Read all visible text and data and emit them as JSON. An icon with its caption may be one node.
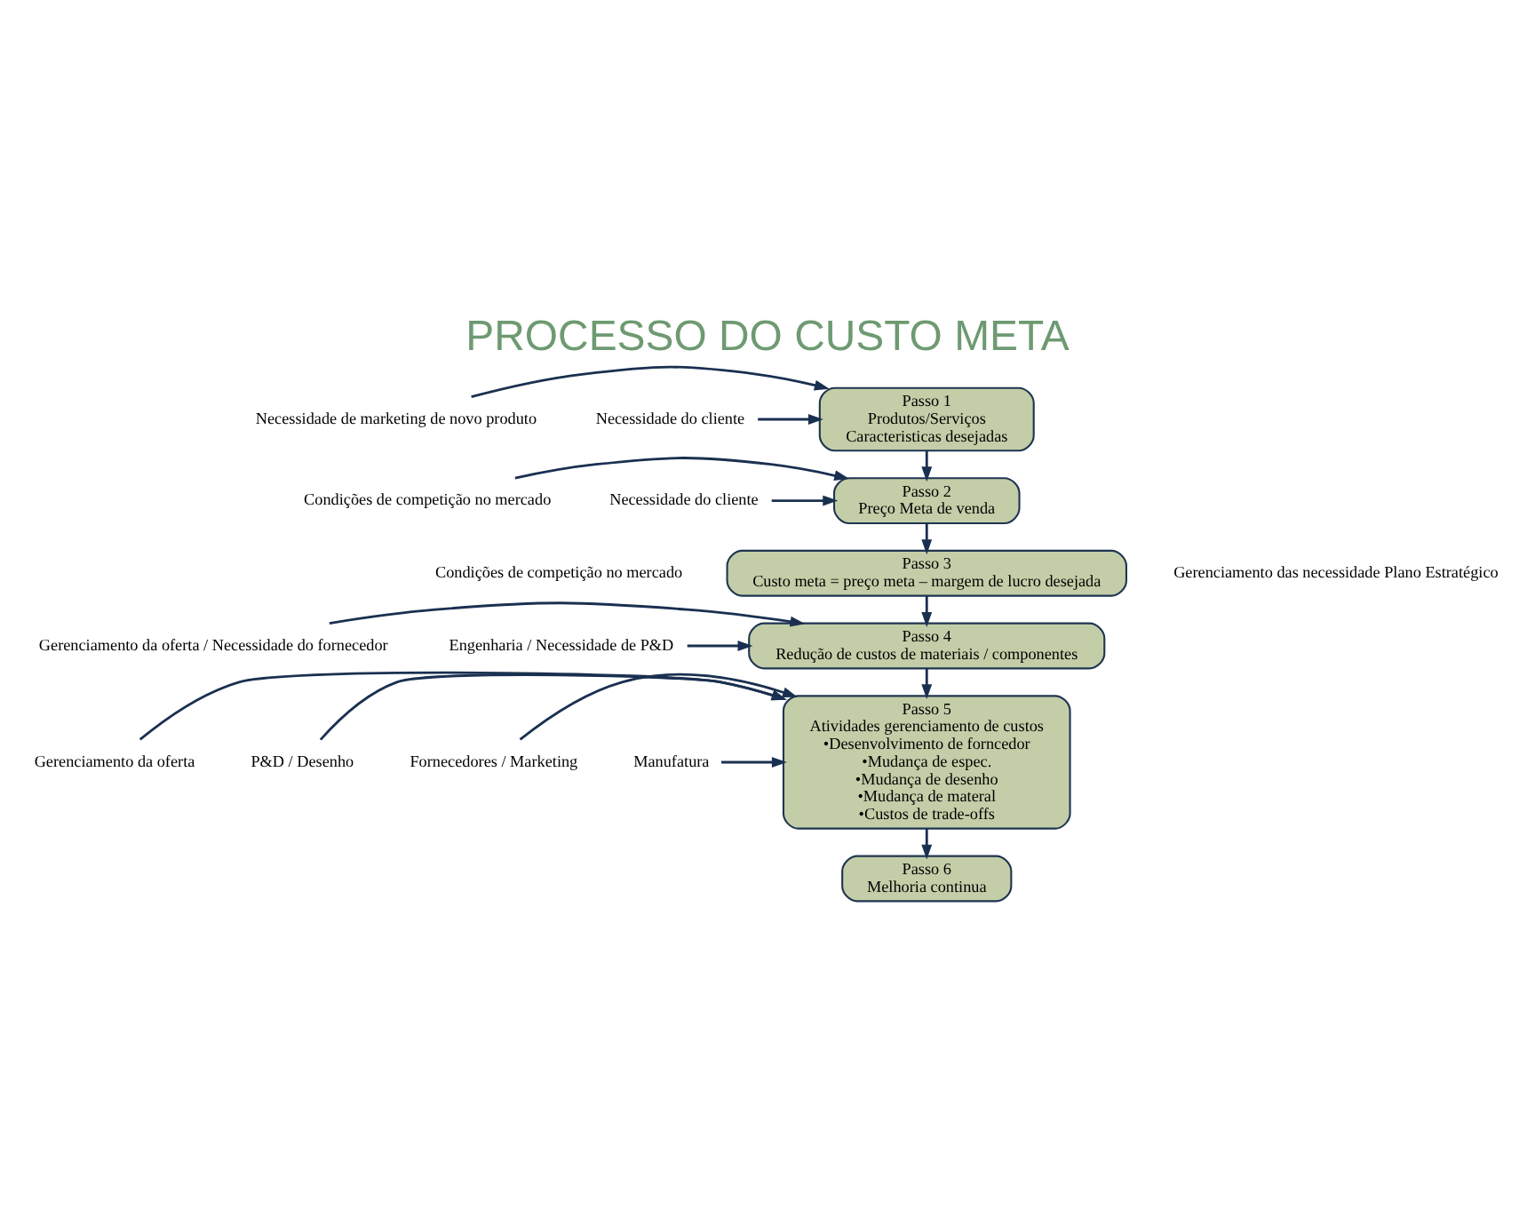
{
  "diagram": {
    "title": "PROCESSO DO CUSTO META",
    "nodes": [
      {
        "text": [
          "Necessidade de marketing de novo produto"
        ]
      },
      {
        "text": [
          "Passo 1",
          "Produtos/Serviços",
          "Caracteristicas desejadas"
        ]
      },
      {
        "text": [
          "Necessidade do cliente"
        ]
      },
      {
        "text": [
          "Condições de competição no mercado"
        ]
      },
      {
        "text": [
          "Passo 2",
          "Preço Meta de venda"
        ]
      },
      {
        "text": [
          "Necessidade do cliente"
        ]
      },
      {
        "text": [
          "Passo 3",
          "Custo meta = preço meta – margem de lucro desejada"
        ]
      },
      {
        "text": [
          "Gerenciamento da oferta / Necessidade do fornecedor"
        ]
      },
      {
        "text": [
          "Passo 4",
          "Redução de custos de materiais / componentes"
        ]
      },
      {
        "text": [
          "Engenharia / Necessidade de P&D"
        ]
      },
      {
        "text": [
          "Gerenciamento da oferta"
        ]
      },
      {
        "text": [
          "Passo 5",
          "Atividades gerenciamento de custos",
          "•Desenvolvimento de forncedor",
          "•Mudança de espec.",
          "•Mudança de desenho",
          "•Mudança de materal",
          "•Custos de trade-offs"
        ]
      },
      {
        "text": [
          "P&D / Desenho"
        ]
      },
      {
        "text": [
          "Fornecedores / Marketing"
        ]
      },
      {
        "text": [
          "Manufatura"
        ]
      },
      {
        "text": [
          "Passo 6",
          "Melhoria continua"
        ]
      }
    ],
    "edges": [
      {
        "from": 0,
        "to": 1,
        "arrow": "to"
      },
      {
        "from": 2,
        "to": 1,
        "arrow": "to"
      },
      {
        "from": 1,
        "to": 4,
        "arrow": "to"
      },
      {
        "from": 3,
        "to": 4,
        "arrow": "to"
      },
      {
        "from": 5,
        "to": 4,
        "arrow": "to"
      },
      {
        "from": 4,
        "to": 6,
        "arrow": "to"
      },
      {
        "from": 6,
        "to": 8,
        "arrow": "to"
      },
      {
        "from": 7,
        "to": 8,
        "arrow": "to"
      },
      {
        "from": 9,
        "to": 8,
        "arrow": "to"
      },
      {
        "from": 8,
        "to": 11,
        "arrow": "to"
      },
      {
        "from": 10,
        "to": 11,
        "arrow": "to"
      },
      {
        "from": 12,
        "to": 11,
        "arrow": "to"
      },
      {
        "from": 13,
        "to": 11,
        "arrow": "to"
      },
      {
        "from": 14,
        "to": 11,
        "arrow": "to"
      },
      {
        "from": 11,
        "to": 15,
        "arrow": "to"
      }
    ],
    "labels": [
      "Condições de competição no mercado",
      "Gerenciamento das necessidade Plano Estratégico"
    ]
  }
}
